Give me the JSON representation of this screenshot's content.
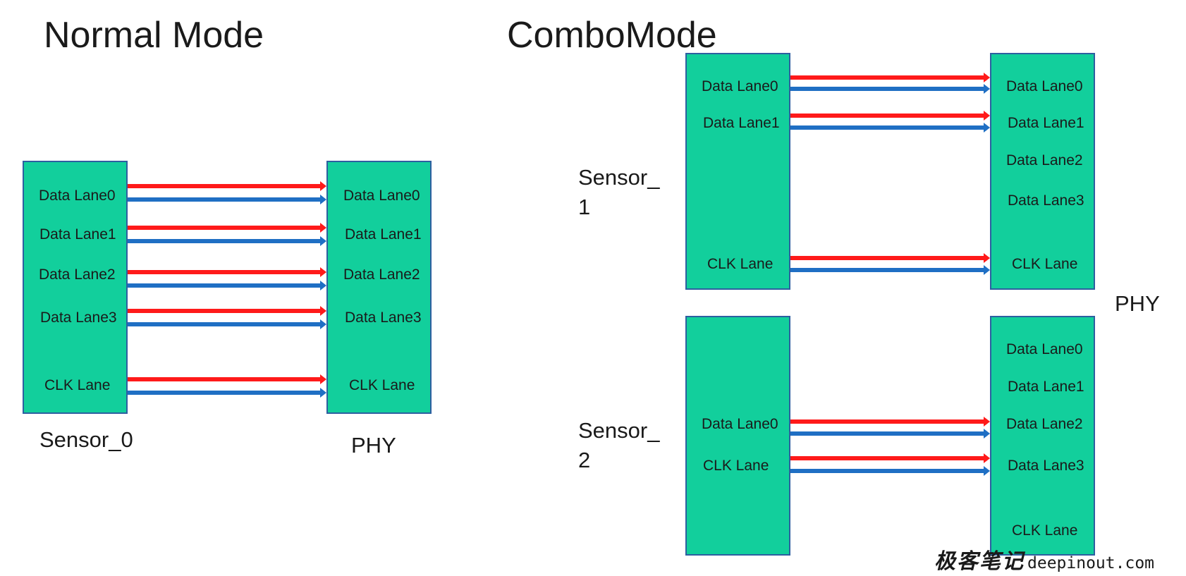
{
  "normal_mode": {
    "title": "Normal Mode",
    "sensor_label": "Sensor_0",
    "phy_label": "PHY",
    "sensor_lanes": [
      "Data Lane0",
      "Data Lane1",
      "Data Lane2",
      "Data Lane3",
      "CLK Lane"
    ],
    "phy_lanes": [
      "Data Lane0",
      "Data Lane1",
      "Data Lane2",
      "Data Lane3",
      "CLK Lane"
    ]
  },
  "combo_mode": {
    "title": "ComboMode",
    "phy_label": "PHY",
    "sensor_1": {
      "label_line1": "Sensor_",
      "label_line2": "1",
      "lanes": [
        "Data Lane0",
        "Data Lane1",
        "CLK Lane"
      ]
    },
    "phy_1_lanes": [
      "Data Lane0",
      "Data Lane1",
      "Data Lane2",
      "Data Lane3",
      "CLK Lane"
    ],
    "sensor_2": {
      "label_line1": "Sensor_",
      "label_line2": "2",
      "lanes": [
        "Data Lane0",
        "CLK Lane"
      ]
    },
    "phy_2_lanes": [
      "Data Lane0",
      "Data Lane1",
      "Data Lane2",
      "Data Lane3",
      "CLK Lane"
    ]
  },
  "colors": {
    "box_fill": "#12cf9c",
    "box_border": "#2d5fa0",
    "wire_positive": "#ff1a1a",
    "wire_negative": "#1f6fc4"
  },
  "watermark": {
    "chinese": "极客笔记",
    "site": "deepinout.com"
  }
}
